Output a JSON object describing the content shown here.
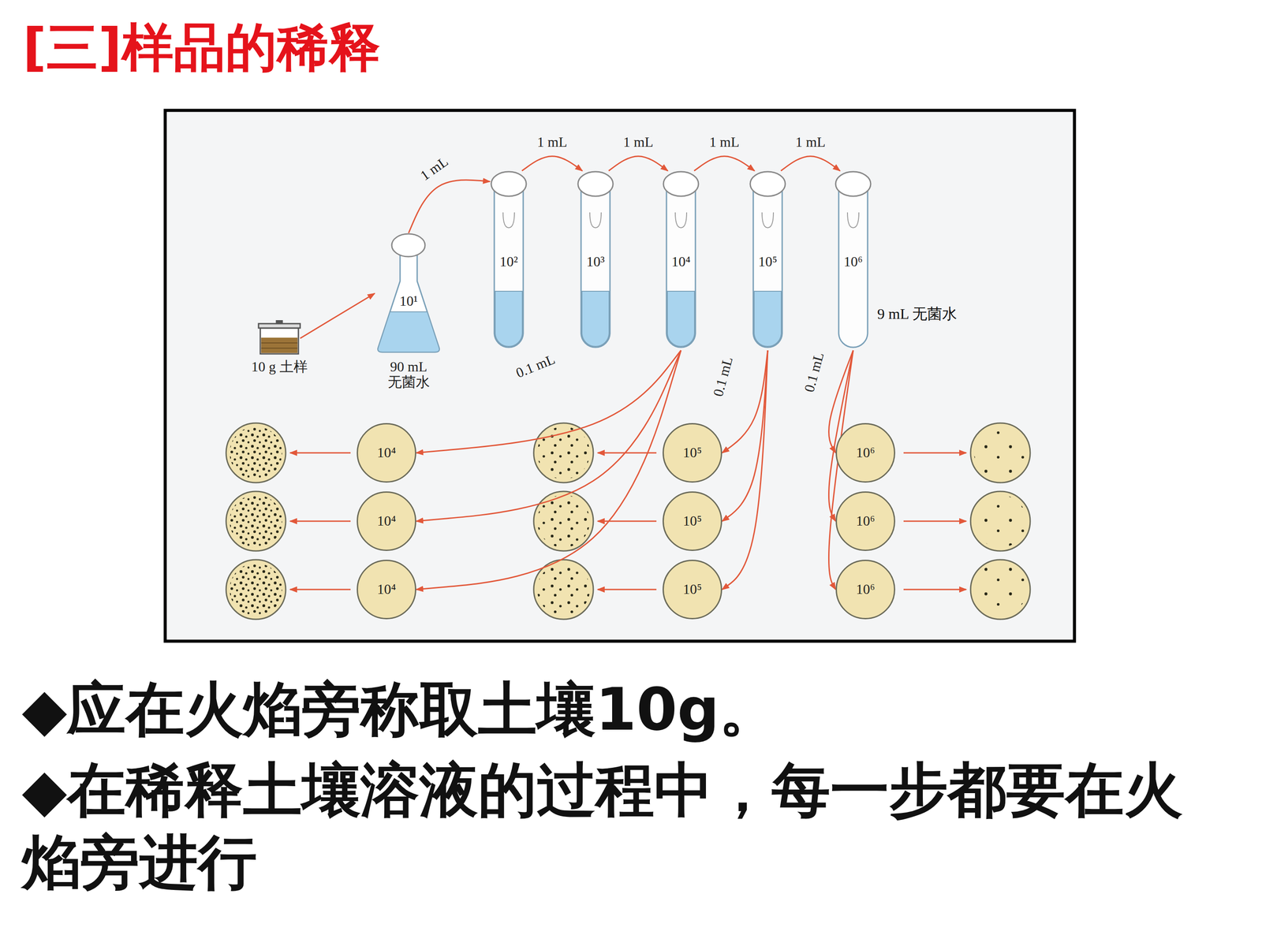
{
  "diagram": {
    "title": "[三]样品的稀释",
    "nodes": [
      {
        "text": [
          "10 g 土样"
        ]
      },
      {
        "text": [
          "10¹",
          "90 mL 无菌水"
        ]
      },
      {
        "text": [
          "10²"
        ]
      },
      {
        "text": [
          "10³"
        ]
      },
      {
        "text": [
          "10⁴"
        ]
      },
      {
        "text": [
          "10⁵"
        ]
      },
      {
        "text": [
          "10⁶"
        ]
      },
      {
        "text": [
          "10⁴"
        ]
      },
      {
        "text": [
          "10⁴"
        ]
      },
      {
        "text": [
          "10⁴"
        ]
      },
      {
        "text": [
          "10⁵"
        ]
      },
      {
        "text": [
          "10⁵"
        ]
      },
      {
        "text": [
          "10⁵"
        ]
      },
      {
        "text": [
          "10⁶"
        ]
      },
      {
        "text": [
          "10⁶"
        ]
      },
      {
        "text": [
          "10⁶"
        ]
      }
    ],
    "edges": [
      {
        "from": 0,
        "to": 1,
        "arrow": "to"
      },
      {
        "from": 1,
        "to": 2,
        "label": "1 mL",
        "arrow": "to"
      },
      {
        "from": 2,
        "to": 3,
        "label": "1 mL",
        "arrow": "to"
      },
      {
        "from": 3,
        "to": 4,
        "label": "1 mL",
        "arrow": "to"
      },
      {
        "from": 4,
        "to": 5,
        "label": "1 mL",
        "arrow": "to"
      },
      {
        "from": 5,
        "to": 6,
        "label": "1 mL",
        "arrow": "to"
      },
      {
        "from": 4,
        "to": 7,
        "label": "0.1 mL",
        "arrow": "to"
      },
      {
        "from": 4,
        "to": 8,
        "arrow": "to"
      },
      {
        "from": 4,
        "to": 9,
        "arrow": "to"
      },
      {
        "from": 5,
        "to": 10,
        "label": "0.1 mL",
        "arrow": "to"
      },
      {
        "from": 5,
        "to": 11,
        "arrow": "to"
      },
      {
        "from": 5,
        "to": 12,
        "arrow": "to"
      },
      {
        "from": 6,
        "to": 13,
        "label": "0.1 mL",
        "arrow": "to"
      },
      {
        "from": 6,
        "to": 14,
        "arrow": "to"
      },
      {
        "from": 6,
        "to": 15,
        "arrow": "to"
      }
    ],
    "labels": [
      "9 mL 无菌水",
      "◆应在火焰旁称取土壤10g。",
      "◆在稀释土壤溶液的过程中，每一步都要在火焰旁进行"
    ]
  }
}
